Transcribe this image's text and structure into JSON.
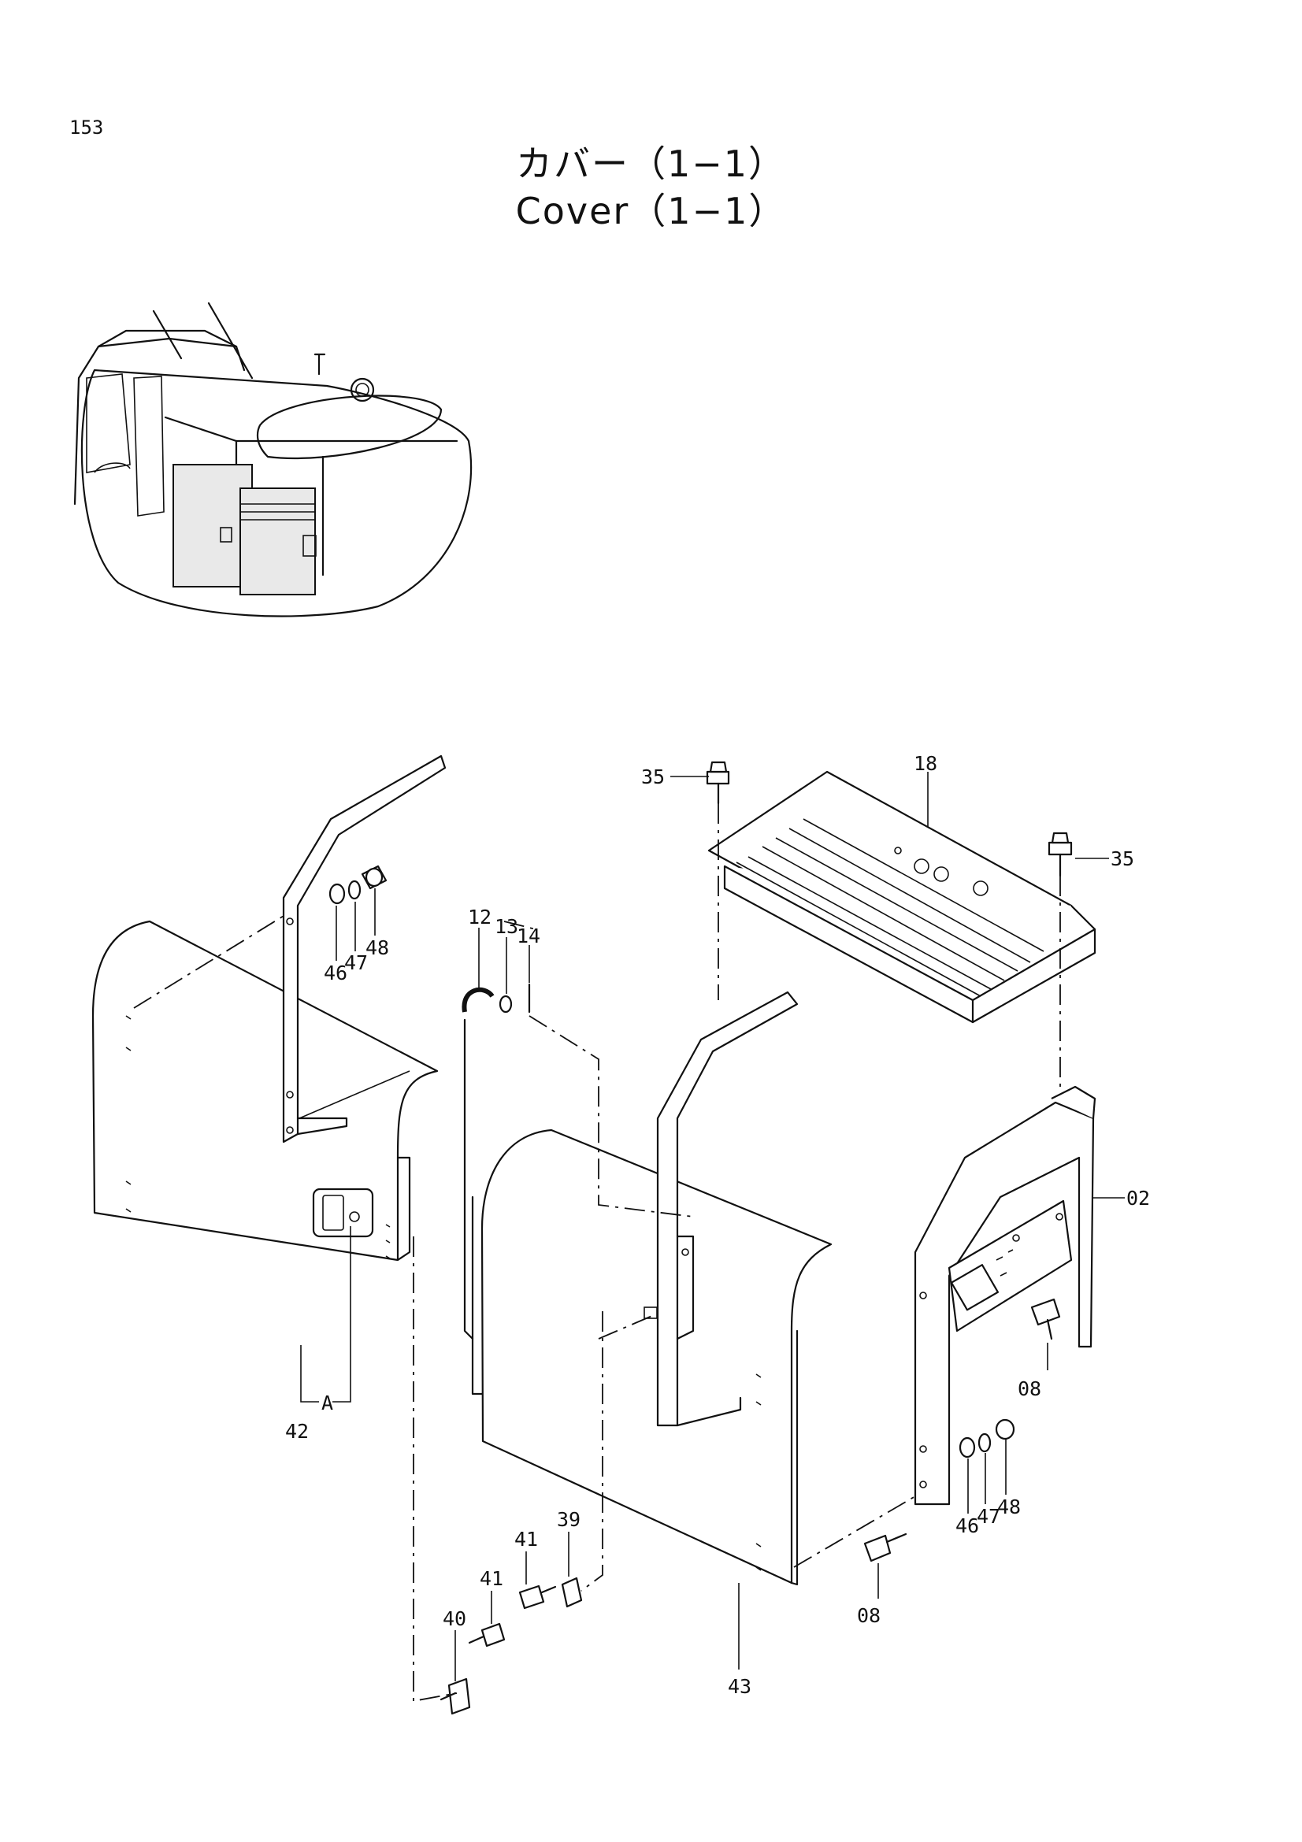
{
  "page": {
    "number": "153"
  },
  "title": {
    "jp": "カバー（1−1）",
    "en": "Cover（1−1）"
  },
  "callouts": {
    "c18": "18",
    "c35a": "35",
    "c35b": "35",
    "c12": "12",
    "c13": "13",
    "c14": "14",
    "c46a": "46",
    "c47a": "47",
    "c48a": "48",
    "c02": "02",
    "c08a": "08",
    "c08b": "08",
    "c46b": "46",
    "c47b": "47",
    "c48b": "48",
    "c42": "42",
    "cA": "A",
    "c43": "43",
    "c40": "40",
    "c41a": "41",
    "c41b": "41",
    "c39": "39"
  }
}
